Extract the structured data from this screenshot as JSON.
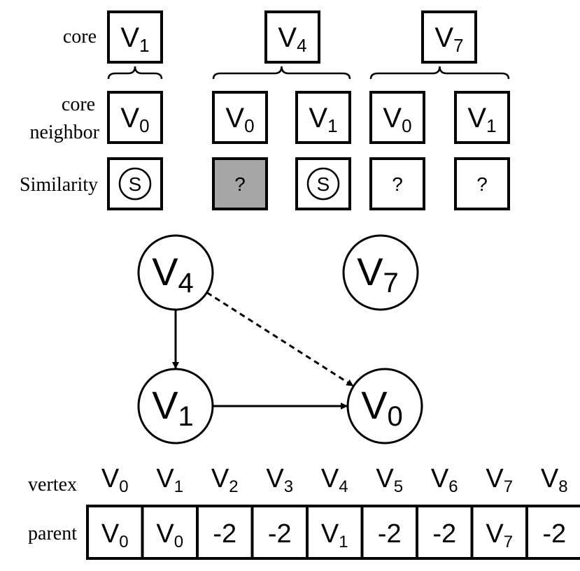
{
  "labels": {
    "core": "core",
    "core_neighbor_line1": "core",
    "core_neighbor_line2": "neighbor",
    "similarity": "Similarity",
    "vertex": "vertex",
    "parent": "parent"
  },
  "core_groups": [
    {
      "core": {
        "base": "V",
        "sub": "1"
      },
      "neighbors": [
        {
          "vertex": {
            "base": "V",
            "sub": "0"
          },
          "similarity": "S",
          "state": "similar"
        }
      ]
    },
    {
      "core": {
        "base": "V",
        "sub": "4"
      },
      "neighbors": [
        {
          "vertex": {
            "base": "V",
            "sub": "0"
          },
          "similarity": "?",
          "state": "pending-highlighted"
        },
        {
          "vertex": {
            "base": "V",
            "sub": "1"
          },
          "similarity": "S",
          "state": "similar"
        }
      ]
    },
    {
      "core": {
        "base": "V",
        "sub": "7"
      },
      "neighbors": [
        {
          "vertex": {
            "base": "V",
            "sub": "0"
          },
          "similarity": "?",
          "state": "pending"
        },
        {
          "vertex": {
            "base": "V",
            "sub": "1"
          },
          "similarity": "?",
          "state": "pending"
        }
      ]
    }
  ],
  "graph": {
    "nodes": [
      {
        "id": "v4",
        "base": "V",
        "sub": "4"
      },
      {
        "id": "v7",
        "base": "V",
        "sub": "7"
      },
      {
        "id": "v1",
        "base": "V",
        "sub": "1"
      },
      {
        "id": "v0",
        "base": "V",
        "sub": "0"
      }
    ],
    "edges": [
      {
        "from": "v4",
        "to": "v1",
        "style": "solid"
      },
      {
        "from": "v4",
        "to": "v0",
        "style": "dashed"
      },
      {
        "from": "v1",
        "to": "v0",
        "style": "solid"
      }
    ]
  },
  "table": {
    "vertices": [
      {
        "base": "V",
        "sub": "0"
      },
      {
        "base": "V",
        "sub": "1"
      },
      {
        "base": "V",
        "sub": "2"
      },
      {
        "base": "V",
        "sub": "3"
      },
      {
        "base": "V",
        "sub": "4"
      },
      {
        "base": "V",
        "sub": "5"
      },
      {
        "base": "V",
        "sub": "6"
      },
      {
        "base": "V",
        "sub": "7"
      },
      {
        "base": "V",
        "sub": "8"
      }
    ],
    "parents": [
      {
        "base": "V",
        "sub": "0"
      },
      {
        "base": "V",
        "sub": "0"
      },
      {
        "text": "-2"
      },
      {
        "text": "-2"
      },
      {
        "base": "V",
        "sub": "1"
      },
      {
        "text": "-2"
      },
      {
        "text": "-2"
      },
      {
        "base": "V",
        "sub": "7"
      },
      {
        "text": "-2"
      }
    ]
  },
  "colors": {
    "stroke": "#000000",
    "highlight_fill": "#a6a6a6",
    "background": "#ffffff"
  }
}
